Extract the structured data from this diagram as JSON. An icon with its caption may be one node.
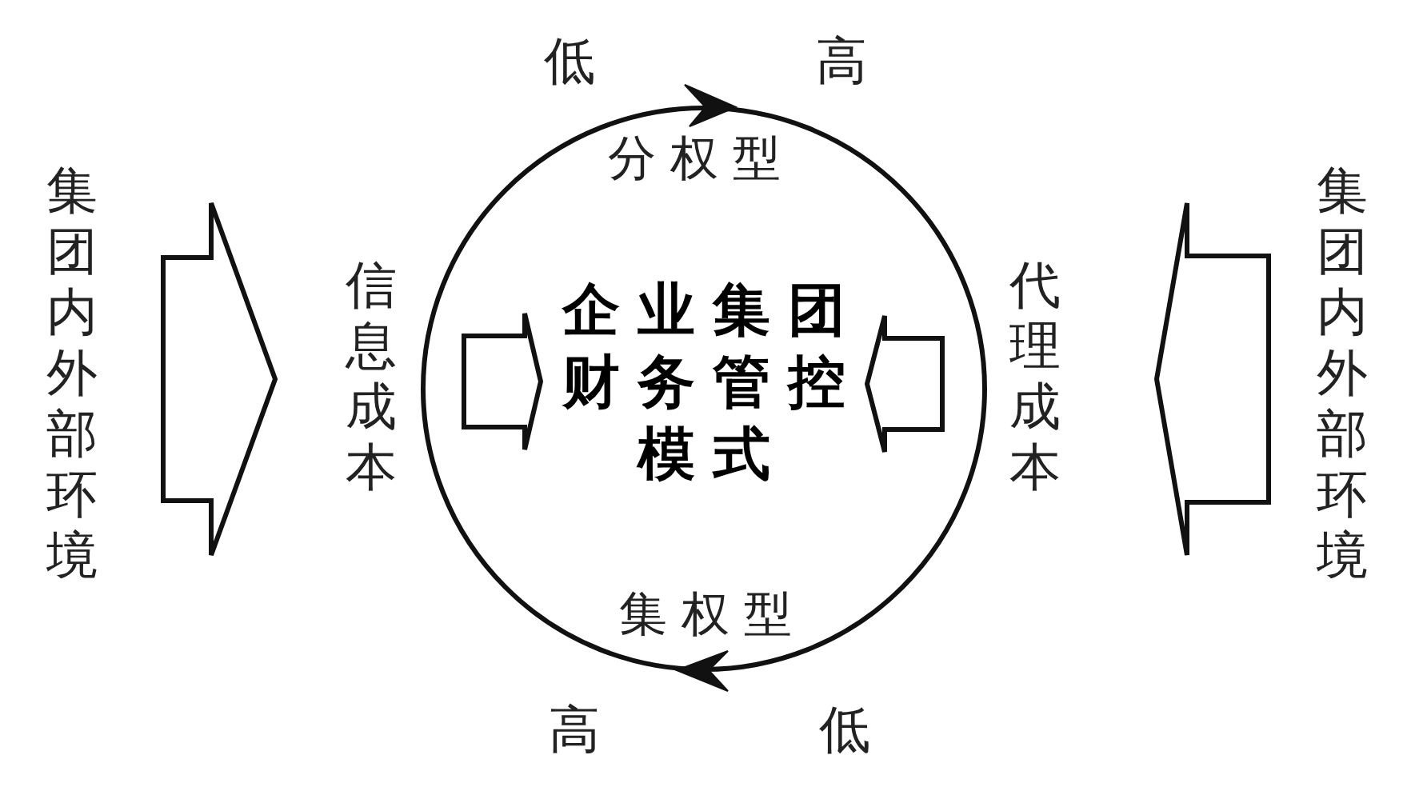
{
  "diagram": {
    "nodes": [
      {
        "text": [
          "集团内外部环境"
        ]
      },
      {
        "text": [
          "分权型",
          "集权型"
        ]
      },
      {
        "text": [
          "信息成本"
        ]
      },
      {
        "text": [
          "企业集团财务管控模式"
        ],
        "in": 1
      },
      {
        "text": [
          "代理成本"
        ]
      },
      {
        "text": [
          "集团内外部环境"
        ]
      }
    ],
    "edges": [
      {
        "from": 0,
        "to": 1,
        "arrow": "to"
      },
      {
        "from": 2,
        "to": 3,
        "arrow": "to"
      },
      {
        "from": 4,
        "to": 3,
        "arrow": "to"
      },
      {
        "from": 5,
        "to": 1,
        "arrow": "to"
      }
    ],
    "labels": [
      "低",
      "高",
      "高",
      "低"
    ]
  }
}
